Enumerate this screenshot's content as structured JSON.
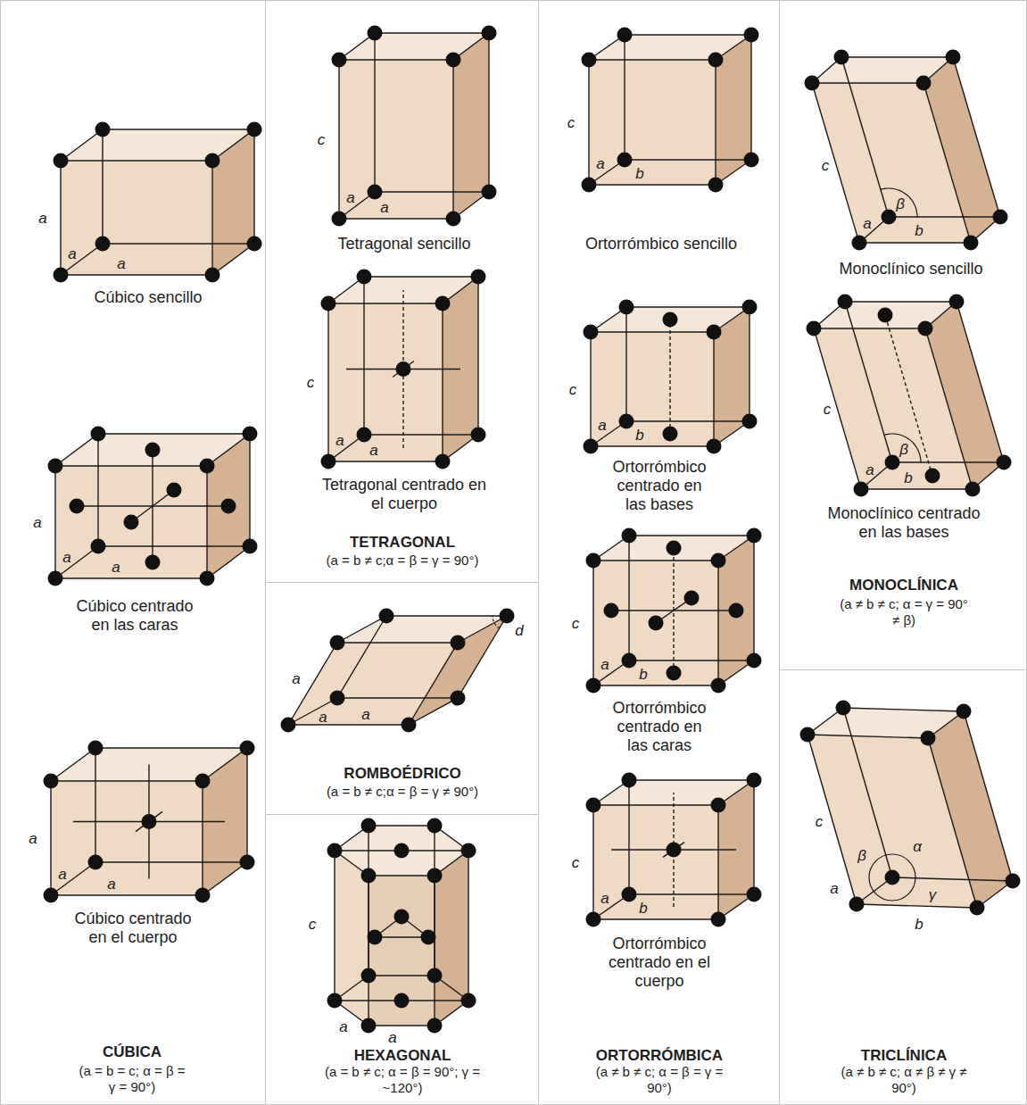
{
  "diagram": {
    "nodes": [
      {
        "text": [
          "Cúbico sencillo",
          "Cúbico centrado en las caras",
          "Cúbico centrado en el cuerpo",
          "CÚBICA",
          "(a = b = c; α = β = γ = 90°)"
        ]
      },
      {
        "text": [
          "Tetragonal sencillo",
          "Tetragonal centrado en el cuerpo",
          "TETRAGONAL",
          "(a = b ≠ c;α = β = γ = 90°)"
        ]
      },
      {
        "text": [
          "ROMBOÉDRICO",
          "(a = b ≠ c;α = β = γ ≠ 90°)"
        ]
      },
      {
        "text": [
          "HEXAGONAL",
          "(a = b ≠ c; α = β = 90°; γ = ~120°)"
        ]
      },
      {
        "text": [
          "Ortorrómbico sencillo",
          "Ortorrómbico centrado en las bases",
          "Ortorrómbico centrado en las caras",
          "Ortorrómbico centrado en el cuerpo",
          "ORTORRÓMBICA",
          "(a ≠ b ≠ c; α = β = γ = 90°)"
        ]
      },
      {
        "text": [
          "Monoclínico sencillo",
          "Monoclínico centrado en las bases",
          "MONOCLÍNICA",
          "(a ≠ b ≠ c; α = γ = 90° ≠ β)"
        ]
      },
      {
        "text": [
          "TRICLÍNICA",
          "(a ≠ b ≠ c; α ≠ β ≠ γ ≠ 90°)"
        ]
      }
    ],
    "labels": [
      "a",
      "a",
      "a",
      "a",
      "a",
      "a",
      "a",
      "a",
      "a",
      "c",
      "a",
      "a",
      "c",
      "a",
      "a",
      "a",
      "a",
      "a",
      "d",
      "c",
      "a",
      "a",
      "c",
      "a",
      "b",
      "c",
      "a",
      "b",
      "c",
      "a",
      "b",
      "c",
      "a",
      "b",
      "c",
      "a",
      "β",
      "b",
      "c",
      "a",
      "β",
      "b",
      "c",
      "a",
      "β",
      "α",
      "γ",
      "b"
    ]
  }
}
